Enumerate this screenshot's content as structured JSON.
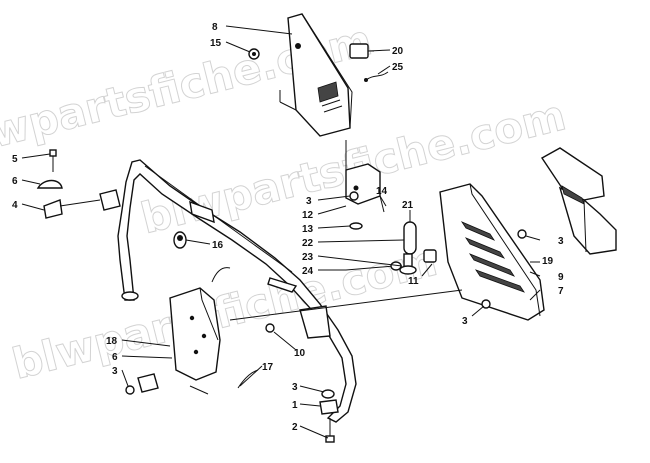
{
  "watermark": "blwpartsfiche.com",
  "callouts": [
    {
      "id": "c8",
      "label": "8"
    },
    {
      "id": "c15",
      "label": "15"
    },
    {
      "id": "c20",
      "label": "20"
    },
    {
      "id": "c25",
      "label": "25"
    },
    {
      "id": "c5",
      "label": "5"
    },
    {
      "id": "c6a",
      "label": "6"
    },
    {
      "id": "c4",
      "label": "4"
    },
    {
      "id": "c3a",
      "label": "3"
    },
    {
      "id": "c12",
      "label": "12"
    },
    {
      "id": "c14",
      "label": "14"
    },
    {
      "id": "c21",
      "label": "21"
    },
    {
      "id": "c13",
      "label": "13"
    },
    {
      "id": "c22",
      "label": "22"
    },
    {
      "id": "c23",
      "label": "23"
    },
    {
      "id": "c24",
      "label": "24"
    },
    {
      "id": "c11",
      "label": "11"
    },
    {
      "id": "c16",
      "label": "16"
    },
    {
      "id": "c3b",
      "label": "3"
    },
    {
      "id": "c19",
      "label": "19"
    },
    {
      "id": "c9",
      "label": "9"
    },
    {
      "id": "c7",
      "label": "7"
    },
    {
      "id": "c3c",
      "label": "3"
    },
    {
      "id": "c18",
      "label": "18"
    },
    {
      "id": "c6b",
      "label": "6"
    },
    {
      "id": "c3d",
      "label": "3"
    },
    {
      "id": "c10",
      "label": "10"
    },
    {
      "id": "c17",
      "label": "17"
    },
    {
      "id": "c3e",
      "label": "3"
    },
    {
      "id": "c1",
      "label": "1"
    },
    {
      "id": "c2",
      "label": "2"
    }
  ]
}
